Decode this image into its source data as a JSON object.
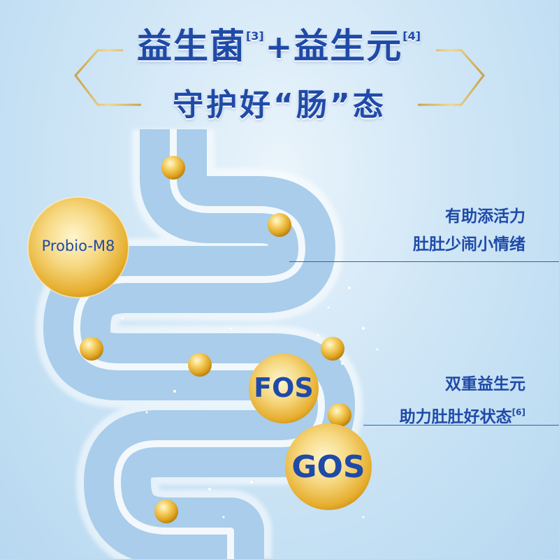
{
  "header": {
    "probiotic": "益生菌",
    "ref1": "[3]",
    "plus": "+",
    "prebiotic": "益生元",
    "ref2": "[4]",
    "tagline": "守护好“肠”态"
  },
  "benefits": [
    {
      "line1": "有助添活力",
      "line2": "肚肚少闹小情绪"
    },
    {
      "line1": "双重益生元",
      "line2": "助力肚肚好状态",
      "ref": "[6]"
    }
  ],
  "ingredients": {
    "probio": "Probio-M8",
    "fos": "FOS",
    "gos": "GOS"
  },
  "colors": {
    "text_blue": "#1f4aa8",
    "gold": "#d9a62a",
    "background": "#cfe6f6"
  }
}
